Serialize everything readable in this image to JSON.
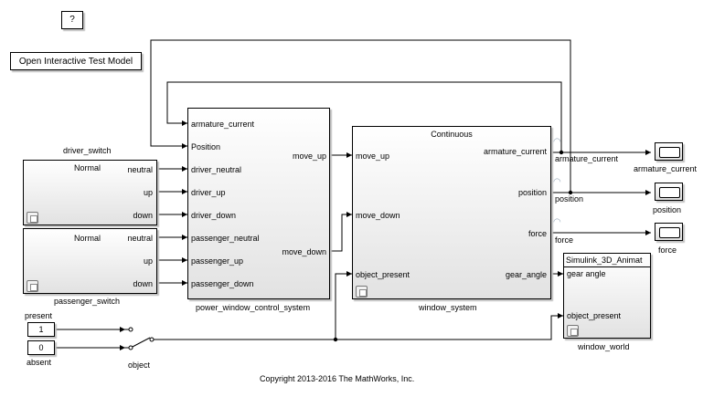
{
  "help_button": "?",
  "open_model_button": "Open Interactive Test Model",
  "driver_switch": {
    "title": "driver_switch",
    "mode": "Normal",
    "ports": [
      "neutral",
      "up",
      "down"
    ]
  },
  "passenger_switch": {
    "title": "passenger_switch",
    "mode": "Normal",
    "ports": [
      "neutral",
      "up",
      "down"
    ]
  },
  "power_window_control_system": {
    "title": "power_window_control_system",
    "inputs": [
      "armature_current",
      "Position",
      "driver_neutral",
      "driver_up",
      "driver_down",
      "passenger_neutral",
      "passenger_up",
      "passenger_down"
    ],
    "outputs": [
      "move_up",
      "move_down"
    ]
  },
  "window_system": {
    "title": "window_system",
    "mode": "Continuous",
    "inputs": [
      "move_up",
      "move_down",
      "object_present"
    ],
    "outputs": [
      "armature_current",
      "position",
      "force",
      "gear_angle"
    ]
  },
  "window_world": {
    "title": "window_world",
    "header": "Simulink_3D_Animat",
    "inputs": [
      "gear angle",
      "object_present"
    ]
  },
  "signals": [
    "armature_current",
    "position",
    "force"
  ],
  "scopes": [
    "armature_current",
    "position",
    "force"
  ],
  "constants": {
    "present": {
      "label": "present",
      "value": "1"
    },
    "absent": {
      "label": "absent",
      "value": "0"
    }
  },
  "switch_label": "object",
  "copyright": "Copyright 2013-2016 The MathWorks, Inc."
}
